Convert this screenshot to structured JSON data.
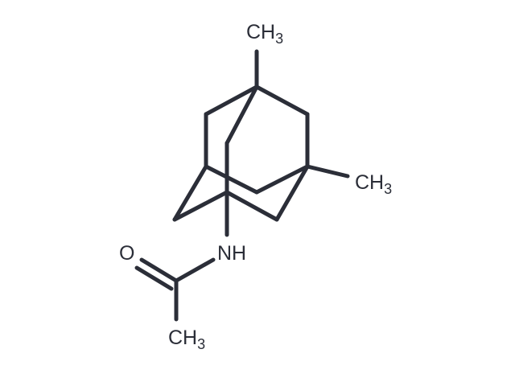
{
  "molecule": {
    "labels": {
      "top_methyl": {
        "main": "CH",
        "sub": "3"
      },
      "right_methyl": {
        "main": "CH",
        "sub": "3"
      },
      "amide_nitrogen": {
        "main": "NH"
      },
      "carbonyl_oxygen": {
        "main": "O"
      },
      "acetyl_methyl": {
        "main": "CH",
        "sub": "3"
      }
    },
    "colors": {
      "bond": "#2b2e38",
      "label": "#2b2e38",
      "background": "#ffffff"
    }
  }
}
